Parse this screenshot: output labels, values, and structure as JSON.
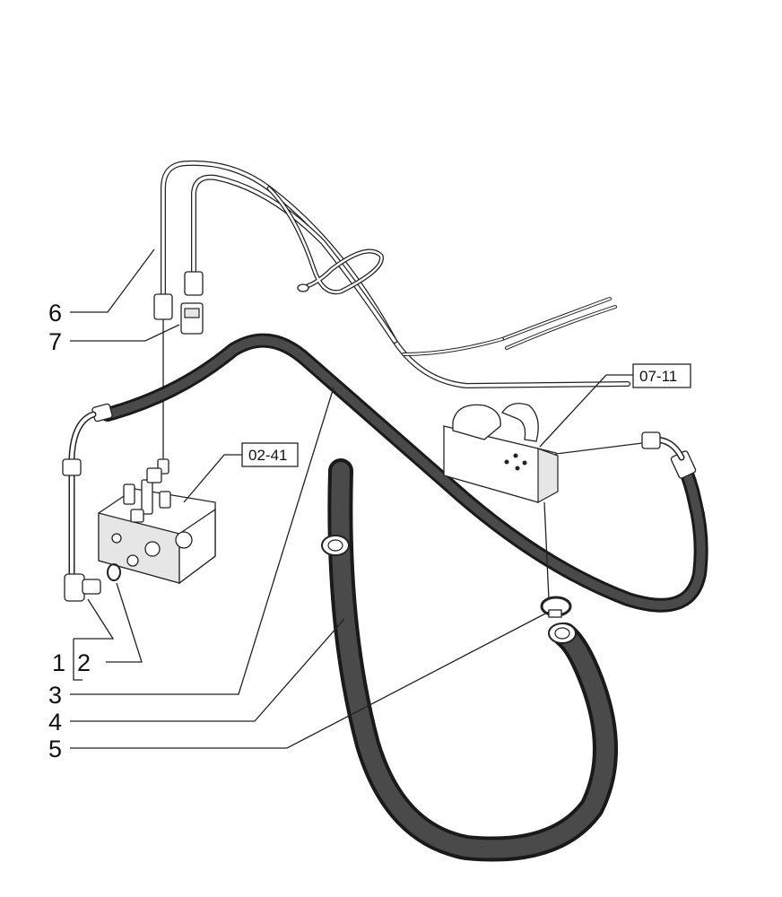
{
  "callouts": {
    "c1": "1",
    "c2": "2",
    "c3": "3",
    "c4": "4",
    "c5": "5",
    "c6": "6",
    "c7": "7"
  },
  "references": {
    "valve_block": "02-41",
    "oil_cooler": "07-11"
  },
  "colors": {
    "line": "#222222",
    "hose": "#1a1a1a",
    "background": "#ffffff"
  }
}
